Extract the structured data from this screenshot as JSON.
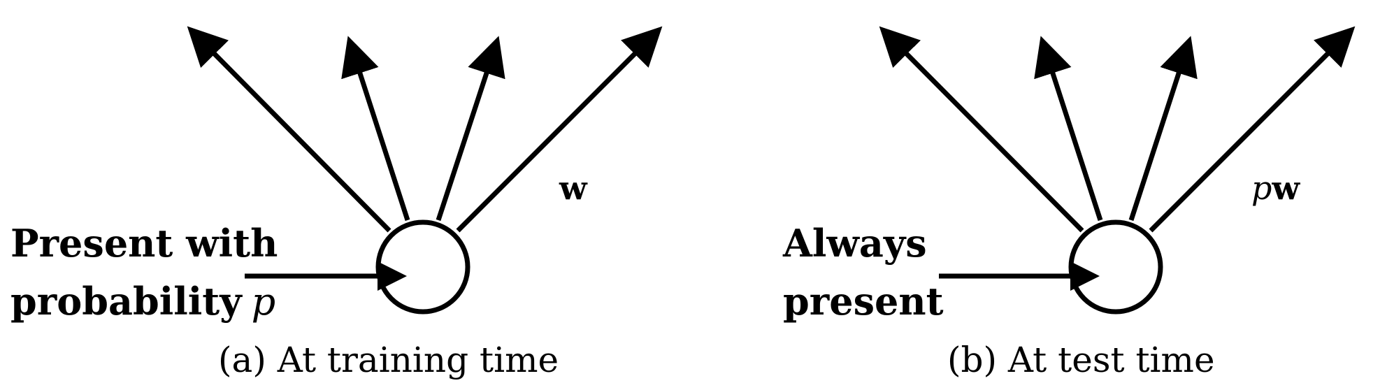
{
  "panel_a": {
    "label_line1": "Present with",
    "label_line2": "probability",
    "label_var": "p",
    "weight_label": "w",
    "caption": "(a) At training time"
  },
  "panel_b": {
    "label_line1": "Always",
    "label_line2": "present",
    "weight_prefix": "p",
    "weight_label": "w",
    "caption": "(b) At test time"
  }
}
